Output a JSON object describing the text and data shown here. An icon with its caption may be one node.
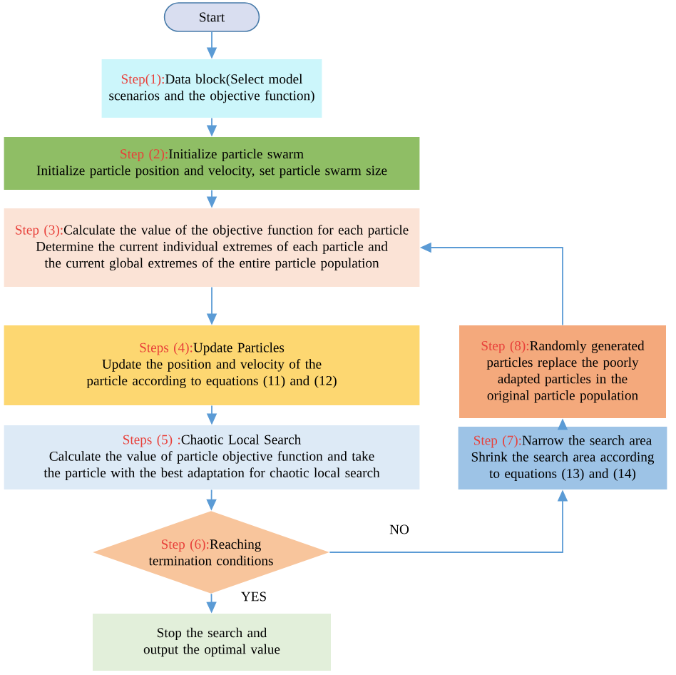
{
  "diagram": {
    "nodes": [
      {
        "text": [
          "Start"
        ]
      },
      {
        "text": [
          "Step(1):",
          "Data block(Select model scenarios and the objective function)"
        ]
      },
      {
        "text": [
          "Step (2):",
          "Initialize particle swarm",
          "Initialize particle position and velocity, set particle swarm size"
        ]
      },
      {
        "text": [
          "Step (3):",
          "Calculate the value of the objective function for each particle",
          "Determine the current individual extremes of each particle and the current global extremes of the entire particle population"
        ]
      },
      {
        "text": [
          "Steps (4):",
          "Update Particles",
          "Update the position and velocity of the particle according to equations (11) and (12)"
        ]
      },
      {
        "text": [
          "Steps (5) :",
          "Chaotic Local Search",
          "Calculate the value of particle objective function and take the particle with the best adaptation for chaotic local search"
        ]
      },
      {
        "text": [
          "Step (6):",
          "Reaching termination conditions"
        ]
      },
      {
        "text": [
          "Stop the search and output the optimal value"
        ]
      },
      {
        "text": [
          "Step (8):",
          "Randomly generated particles replace the poorly adapted particles in the original particle population"
        ]
      },
      {
        "text": [
          "Step (7):",
          "Narrow the search area",
          "Shrink the search area according to equations (13) and (14)"
        ]
      }
    ],
    "edges": [
      {
        "from": 0,
        "to": 1,
        "arrow": "to"
      },
      {
        "from": 1,
        "to": 2,
        "arrow": "to"
      },
      {
        "from": 2,
        "to": 3,
        "arrow": "to"
      },
      {
        "from": 3,
        "to": 4,
        "arrow": "to"
      },
      {
        "from": 4,
        "to": 5,
        "arrow": "to"
      },
      {
        "from": 5,
        "to": 6,
        "arrow": "to"
      },
      {
        "from": 6,
        "to": 7,
        "arrow": "to",
        "label": "YES"
      },
      {
        "from": 6,
        "to": 9,
        "arrow": "to",
        "label": "NO"
      },
      {
        "from": 9,
        "to": 8,
        "arrow": "to"
      },
      {
        "from": 8,
        "to": 3,
        "arrow": "to"
      }
    ]
  }
}
